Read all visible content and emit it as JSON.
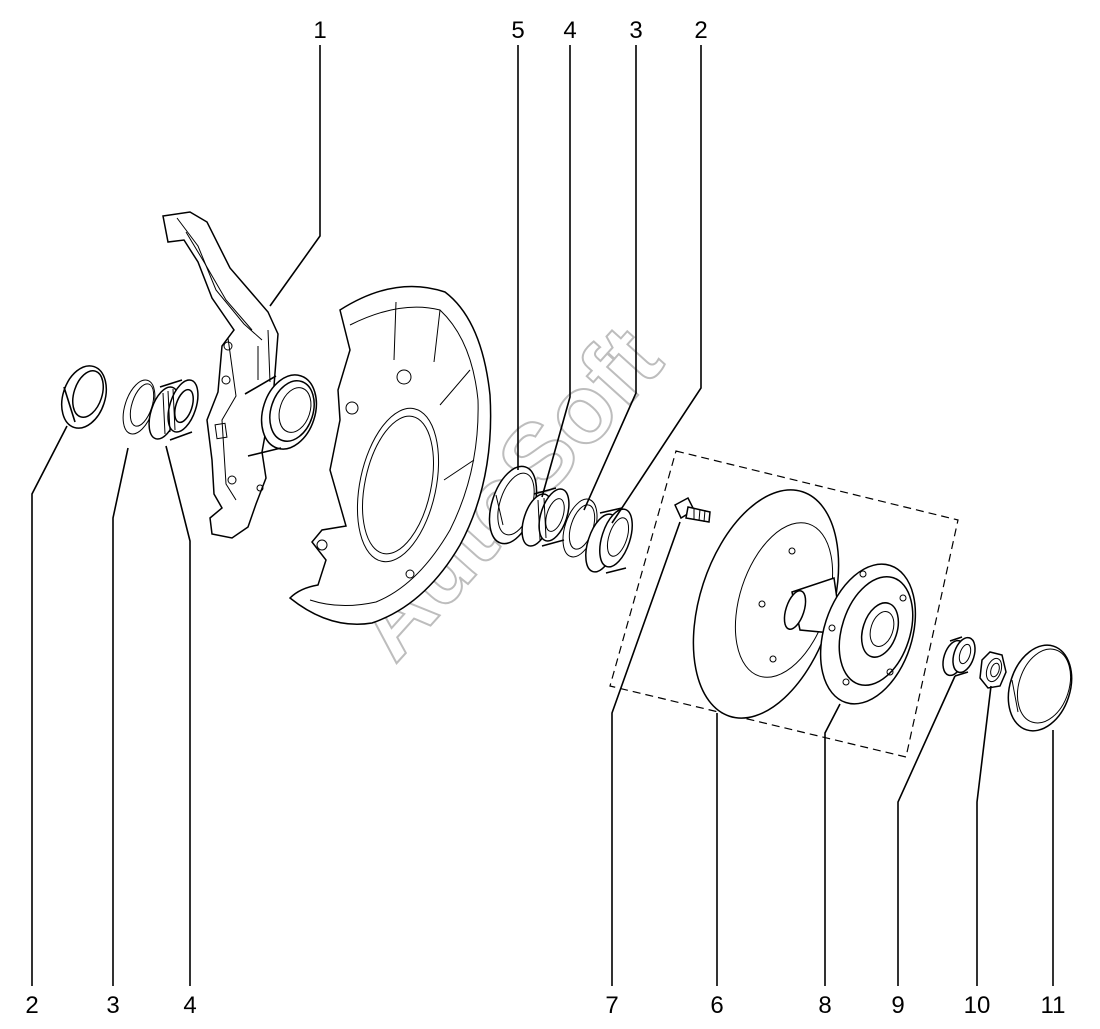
{
  "callouts": {
    "top": [
      "1",
      "5",
      "4",
      "3",
      "2"
    ],
    "bottom": [
      "2",
      "3",
      "4",
      "7",
      "6",
      "8",
      "9",
      "10",
      "11"
    ]
  },
  "watermark": "AutoSoft"
}
